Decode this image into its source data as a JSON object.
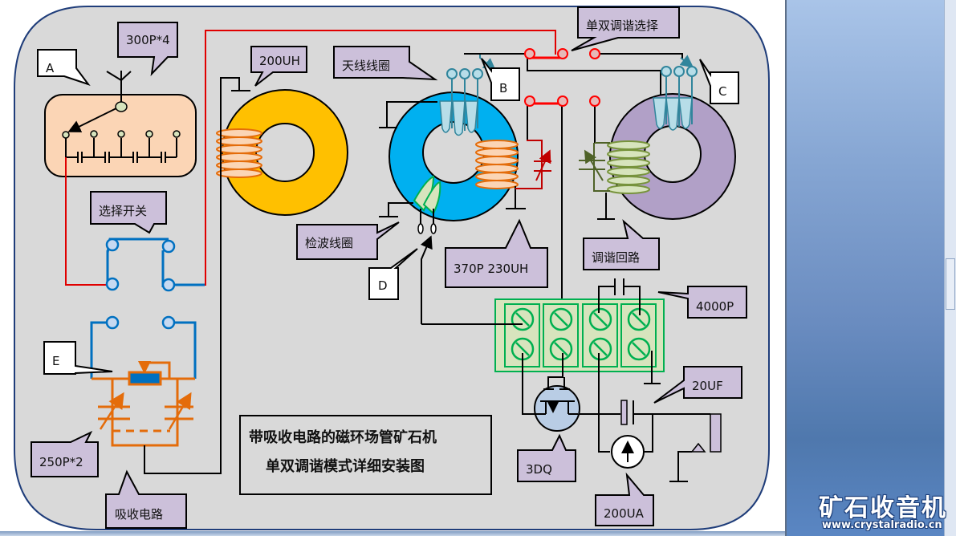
{
  "diagram": {
    "title_line1": "带吸收电路的磁环场管矿石机",
    "title_line2": "单双调谐模式详细安装图",
    "callouts": {
      "A": "A",
      "B": "B",
      "C": "C",
      "D": "D",
      "E": "E",
      "cap_300p": "300P*4",
      "inductor_200uh": "200UH",
      "antenna_coil": "天线线圈",
      "tuning_select": "单双调谐选择",
      "select_switch": "选择开关",
      "detector_coil": "检波线圈",
      "lc_370p": "370P 230UH",
      "tuning_loop": "调谐回路",
      "cap_4000p": "4000P",
      "cap_20uf": "20UF",
      "transistor_3dq": "3DQ",
      "meter_200ua": "200UA",
      "cap_250p": "250P*2",
      "absorb_circuit": "吸收电路"
    },
    "colors": {
      "board": "#d9d9d9",
      "callout_fill": "#ccc0da",
      "yellow_core": "#ffc000",
      "blue_core": "#00b0f0",
      "purple_core": "#b1a0c7",
      "terminal_green": "#00b050",
      "wire_red": "#e00000",
      "wire_blue": "#0070c0",
      "wire_orange": "#e46c0a"
    }
  },
  "side_panel": {
    "logo_text": "矿石收音机",
    "logo_url": "www.crystalradio.cn"
  }
}
